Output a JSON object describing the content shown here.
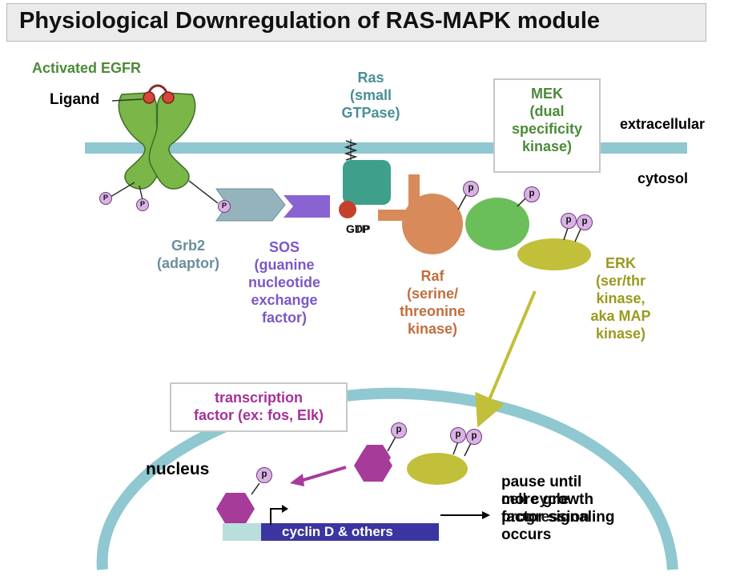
{
  "title": "Physiological Downregulation of RAS-MAPK module",
  "labels": {
    "egfr": "Activated EGFR",
    "ligand": "Ligand",
    "ras": [
      "Ras",
      "(small",
      "GTPase)"
    ],
    "mek": [
      "MEK",
      "(dual",
      "specificity",
      "kinase)"
    ],
    "extracellular": "extracellular",
    "cytosol": "cytosol",
    "grb2": [
      "Grb2",
      "(adaptor)"
    ],
    "sos": [
      "SOS",
      "(guanine",
      "nucleotide",
      "exchange",
      "factor)"
    ],
    "gdp": "GDP",
    "gtp": "GTP",
    "raf": [
      "Raf",
      "(serine/",
      "threonine",
      "kinase)"
    ],
    "erk": [
      "ERK",
      "(ser/thr",
      "kinase,",
      "aka MAP",
      "kinase)"
    ],
    "transcription_factor": [
      "transcription",
      "factor (ex: fos, Elk)"
    ],
    "nucleus": "nucleus",
    "gene": "cyclin D & others",
    "pause": [
      "pause until",
      "more growth",
      "factor signaling",
      "occurs"
    ],
    "cell_cycle": [
      "cell cycle",
      "progression"
    ],
    "phospho": "P",
    "phospho_small": "p"
  },
  "colors": {
    "membrane": "#8fc8d0",
    "egfr": "#7ab648",
    "grb2": "#94b3bd",
    "sos": "#8a63d2",
    "ras": "#3e9f8a",
    "gdp_ball": "#c4402a",
    "raf": "#d98a5a",
    "mek": "#6abf5a",
    "erk": "#c2bf3a",
    "tf": "#a63b9a",
    "phospho": "#d9b3e3",
    "gene_bar": "#3a35a0",
    "promoter": "#b9dfdc"
  }
}
